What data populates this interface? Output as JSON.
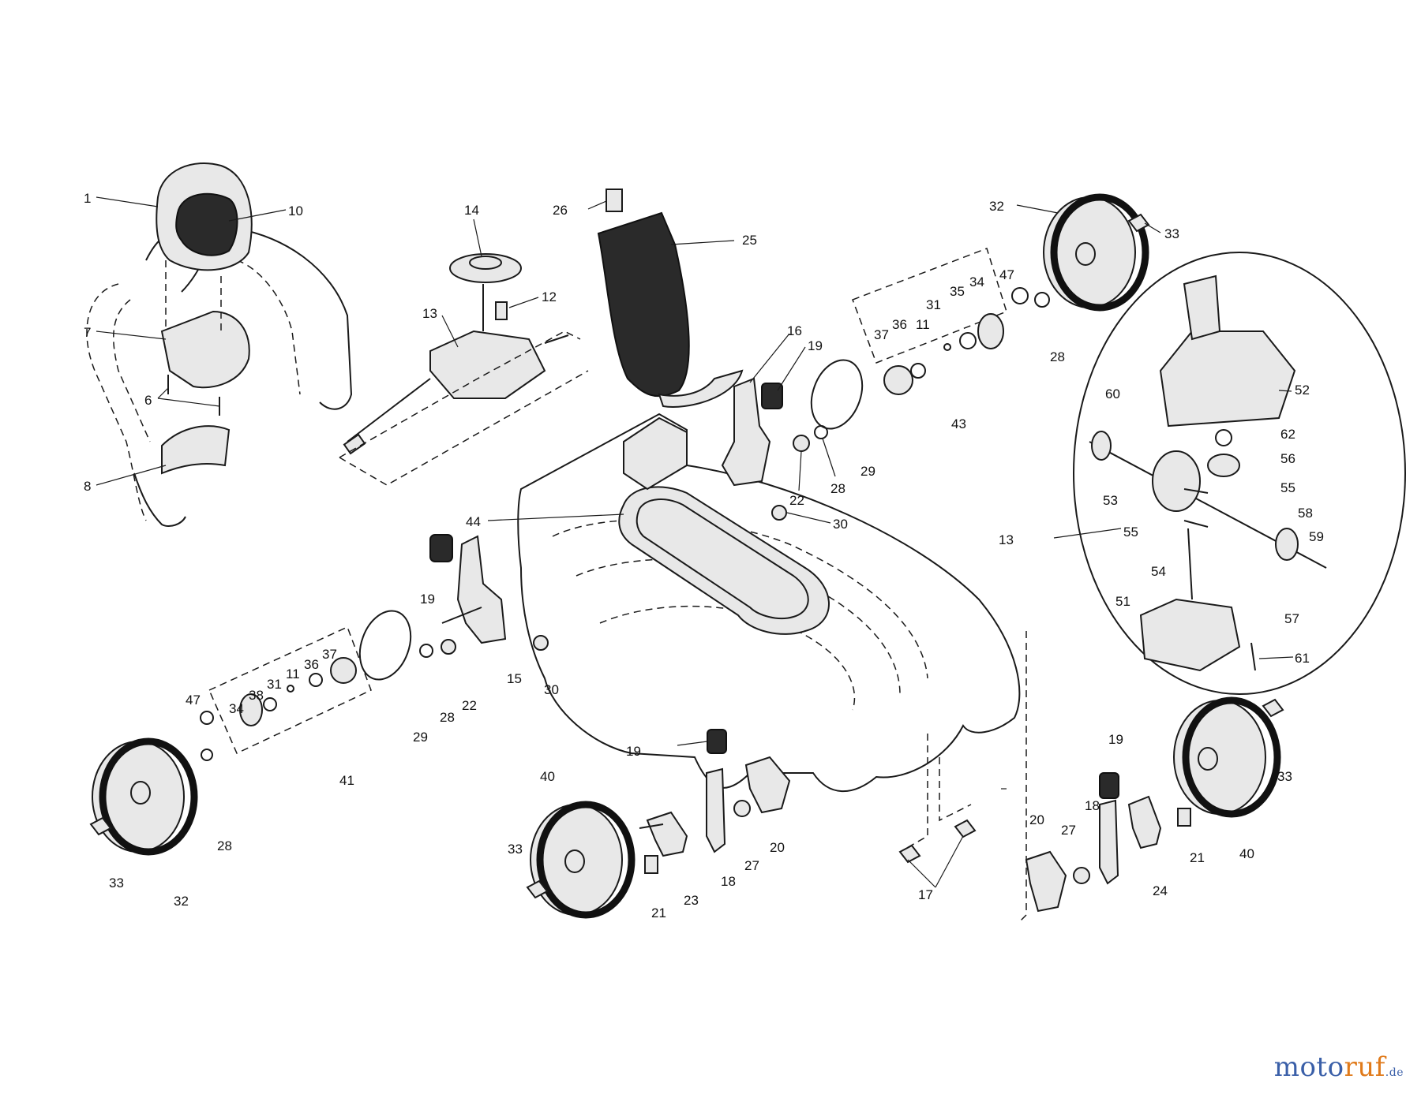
{
  "watermark": {
    "brand_a": "moto",
    "brand_b": "ruf",
    "brand_c": ".de"
  },
  "callouts": [
    {
      "id": "c1",
      "text": "1"
    },
    {
      "id": "c10",
      "text": "10"
    },
    {
      "id": "c7",
      "text": "7"
    },
    {
      "id": "c6",
      "text": "6"
    },
    {
      "id": "c8",
      "text": "8"
    },
    {
      "id": "c14",
      "text": "14"
    },
    {
      "id": "c12",
      "text": "12"
    },
    {
      "id": "c13a",
      "text": "13"
    },
    {
      "id": "c26",
      "text": "26"
    },
    {
      "id": "c25",
      "text": "25"
    },
    {
      "id": "c16",
      "text": "16"
    },
    {
      "id": "c19a",
      "text": "19"
    },
    {
      "id": "c22a",
      "text": "22"
    },
    {
      "id": "c28a",
      "text": "28"
    },
    {
      "id": "c29a",
      "text": "29"
    },
    {
      "id": "c30a",
      "text": "30"
    },
    {
      "id": "c44",
      "text": "44"
    },
    {
      "id": "c32a",
      "text": "32"
    },
    {
      "id": "c33a",
      "text": "33"
    },
    {
      "id": "c47a",
      "text": "47"
    },
    {
      "id": "c28b",
      "text": "28"
    },
    {
      "id": "c37a",
      "text": "37"
    },
    {
      "id": "c36a",
      "text": "36"
    },
    {
      "id": "c11a",
      "text": "11"
    },
    {
      "id": "c31a",
      "text": "31"
    },
    {
      "id": "c35",
      "text": "35"
    },
    {
      "id": "c34a",
      "text": "34"
    },
    {
      "id": "c43",
      "text": "43"
    },
    {
      "id": "c60",
      "text": "60"
    },
    {
      "id": "c52",
      "text": "52"
    },
    {
      "id": "c62",
      "text": "62"
    },
    {
      "id": "c56",
      "text": "56"
    },
    {
      "id": "c53",
      "text": "53"
    },
    {
      "id": "c55a",
      "text": "55"
    },
    {
      "id": "c55b",
      "text": "55"
    },
    {
      "id": "c58",
      "text": "58"
    },
    {
      "id": "c59",
      "text": "59"
    },
    {
      "id": "c13b",
      "text": "13"
    },
    {
      "id": "c54",
      "text": "54"
    },
    {
      "id": "c51",
      "text": "51"
    },
    {
      "id": "c57",
      "text": "57"
    },
    {
      "id": "c61",
      "text": "61"
    },
    {
      "id": "c19b",
      "text": "19"
    },
    {
      "id": "c15",
      "text": "15"
    },
    {
      "id": "c30b",
      "text": "30"
    },
    {
      "id": "c47b",
      "text": "47"
    },
    {
      "id": "c34b",
      "text": "34"
    },
    {
      "id": "c38",
      "text": "38"
    },
    {
      "id": "c31b",
      "text": "31"
    },
    {
      "id": "c11b",
      "text": "11"
    },
    {
      "id": "c36b",
      "text": "36"
    },
    {
      "id": "c37b",
      "text": "37"
    },
    {
      "id": "c29b",
      "text": "29"
    },
    {
      "id": "c28c",
      "text": "28"
    },
    {
      "id": "c22b",
      "text": "22"
    },
    {
      "id": "c41",
      "text": "41"
    },
    {
      "id": "c28d",
      "text": "28"
    },
    {
      "id": "c33b",
      "text": "33"
    },
    {
      "id": "c32b",
      "text": "32"
    },
    {
      "id": "c19c",
      "text": "19"
    },
    {
      "id": "c40a",
      "text": "40"
    },
    {
      "id": "c33c",
      "text": "33"
    },
    {
      "id": "c21a",
      "text": "21"
    },
    {
      "id": "c23",
      "text": "23"
    },
    {
      "id": "c18a",
      "text": "18"
    },
    {
      "id": "c27a",
      "text": "27"
    },
    {
      "id": "c20a",
      "text": "20"
    },
    {
      "id": "c17",
      "text": "17"
    },
    {
      "id": "c19d",
      "text": "19"
    },
    {
      "id": "c18b",
      "text": "18"
    },
    {
      "id": "c20b",
      "text": "20"
    },
    {
      "id": "c27b",
      "text": "27"
    },
    {
      "id": "c24",
      "text": "24"
    },
    {
      "id": "c21b",
      "text": "21"
    },
    {
      "id": "c40b",
      "text": "40"
    },
    {
      "id": "c33d",
      "text": "33"
    }
  ]
}
